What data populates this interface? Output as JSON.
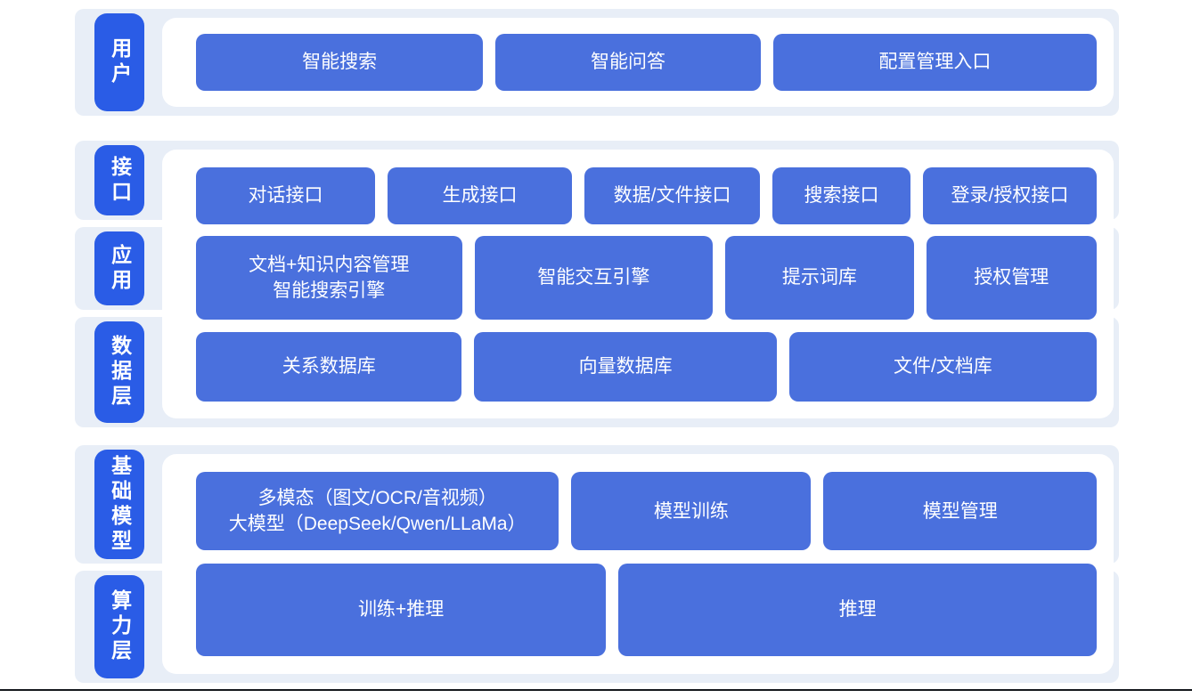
{
  "diagram_title": "AI platform layered architecture",
  "colors": {
    "section_bg": "#e8eef7",
    "layer_label_blue": "#2a5ce6",
    "block_blue": "#4a70dd",
    "panel_white": "#ffffff",
    "bottom_line": "#15181d"
  },
  "groups": [
    {
      "rows": [
        {
          "label": "用户",
          "buttons": [
            {
              "label": "智能搜索"
            },
            {
              "label": "智能问答"
            },
            {
              "label": "配置管理入口"
            }
          ]
        }
      ]
    },
    {
      "rows": [
        {
          "label": "接口",
          "buttons": [
            {
              "label": "对话接口"
            },
            {
              "label": "生成接口"
            },
            {
              "label": "数据/文件接口"
            },
            {
              "label": "搜索接口"
            },
            {
              "label": "登录/授权接口"
            }
          ]
        },
        {
          "label": "应用",
          "buttons": [
            {
              "label": "文档+知识内容管理\n智能搜索引擎"
            },
            {
              "label": "智能交互引擎"
            },
            {
              "label": "提示词库"
            },
            {
              "label": "授权管理"
            }
          ]
        },
        {
          "label": "数据层",
          "buttons": [
            {
              "label": "关系数据库"
            },
            {
              "label": "向量数据库"
            },
            {
              "label": "文件/文档库"
            }
          ]
        }
      ]
    },
    {
      "rows": [
        {
          "label": "基础模型",
          "buttons": [
            {
              "label": "多模态（图文/OCR/音视频）\n大模型（DeepSeek/Qwen/LLaMa）"
            },
            {
              "label": "模型训练"
            },
            {
              "label": "模型管理"
            }
          ]
        },
        {
          "label": "算力层",
          "buttons": [
            {
              "label": "训练+推理"
            },
            {
              "label": "推理"
            }
          ]
        }
      ]
    }
  ]
}
